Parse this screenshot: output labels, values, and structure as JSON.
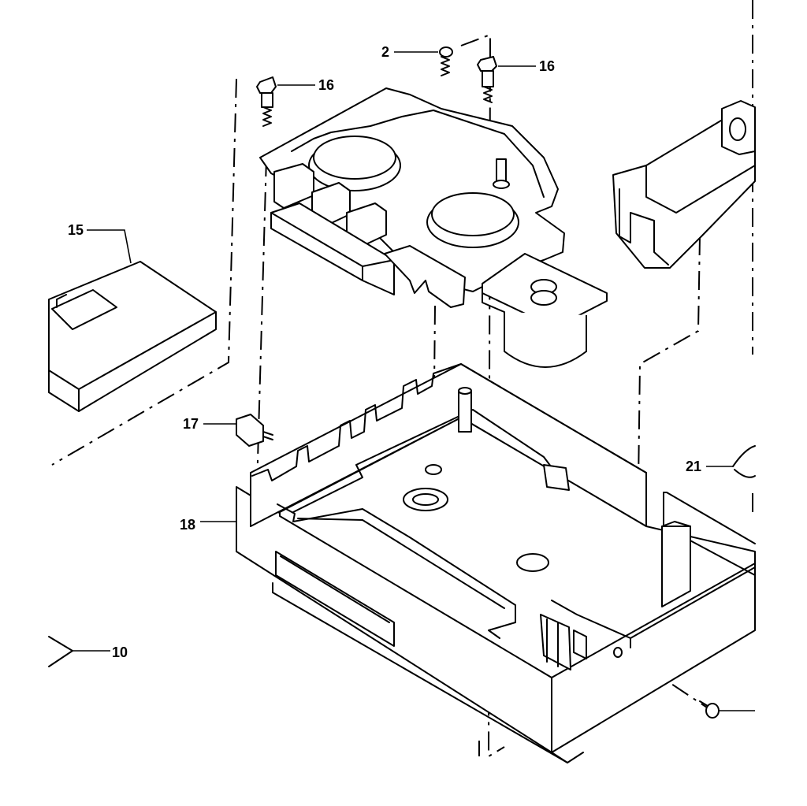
{
  "labels": {
    "part_2": "2",
    "part_16_right": "16",
    "part_16_left": "16",
    "part_15": "15",
    "part_17": "17",
    "part_18": "18",
    "part_21": "21",
    "part_10": "10"
  }
}
